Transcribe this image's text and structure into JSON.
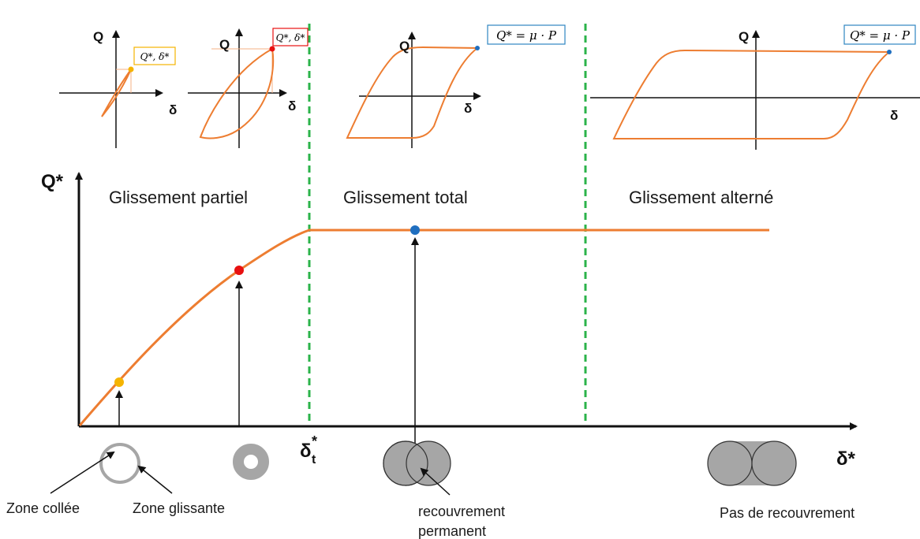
{
  "regions": {
    "partial": "Glissement partiel",
    "total": "Glissement total",
    "alternate": "Glissement alterné"
  },
  "axes": {
    "y_label": "Q*",
    "x_label": "δ*",
    "transition": {
      "main": "δ",
      "sub": "t",
      "sup": "*"
    }
  },
  "insets": {
    "q_label": "Q",
    "d_label": "δ",
    "yellow_box": "Q*, δ*",
    "red_box": "Q*, δ*",
    "blue_box_1": "Q* = μ · P",
    "blue_box_2": "Q* = μ · P"
  },
  "annotations": {
    "zone_collee": "Zone collée",
    "zone_glissante": "Zone glissante",
    "recouvrement_1": "recouvrement",
    "recouvrement_2": "permanent",
    "pas_recouvrement": "Pas de recouvrement"
  },
  "colors": {
    "curve": "#ED7D31",
    "boundary": "#2BB34A",
    "yellow_point": "#F5B400",
    "red_point": "#E81010",
    "blue_point": "#1F6FC0",
    "contact_grey": "#A6A6A6"
  }
}
